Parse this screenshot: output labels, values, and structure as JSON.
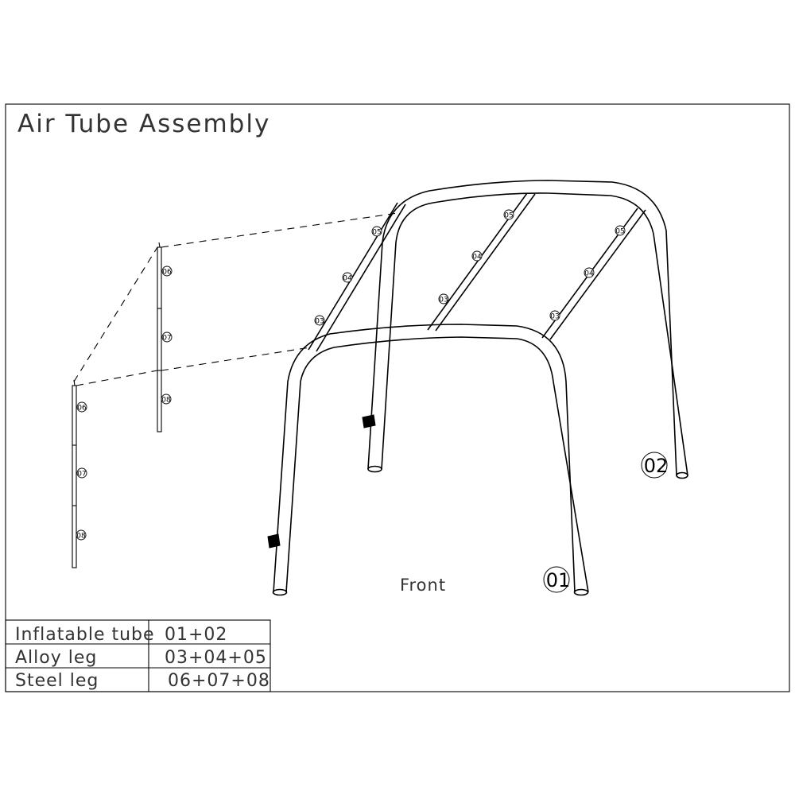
{
  "title": "Air Tube Assembly",
  "front_label": "Front",
  "part_labels": {
    "p01": "01",
    "p02": "02",
    "p03": "03",
    "p04": "04",
    "p05": "05",
    "p06": "06",
    "p07": "07",
    "p08": "08"
  },
  "parts_table": {
    "rows": [
      {
        "name": "Inflatable tube",
        "parts": "01+02"
      },
      {
        "name": "Alloy leg",
        "parts": "03+04+05"
      },
      {
        "name": "Steel leg",
        "parts": "06+07+08"
      }
    ]
  }
}
